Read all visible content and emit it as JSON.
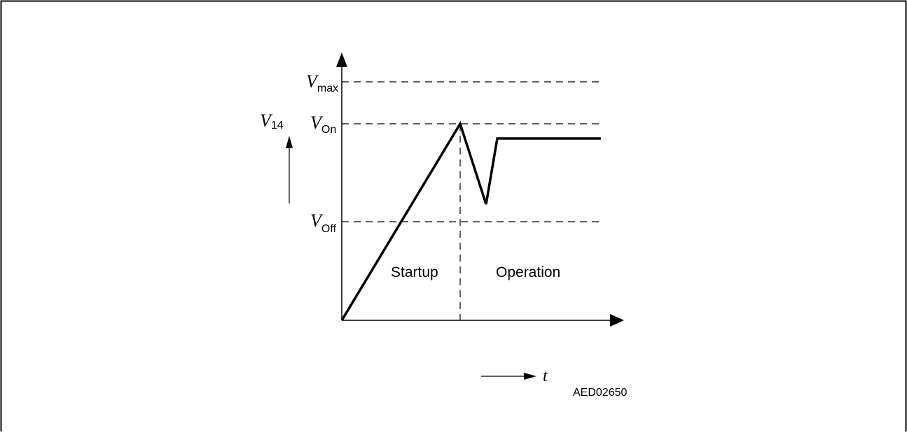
{
  "diagram": {
    "y_axis_label": {
      "main": "V",
      "sub": "14"
    },
    "x_axis_label": "t",
    "levels": [
      {
        "id": "vmax",
        "main": "V",
        "sub": "max"
      },
      {
        "id": "von",
        "main": "V",
        "sub": "On"
      },
      {
        "id": "voff",
        "main": "V",
        "sub": "Off"
      }
    ],
    "regions": {
      "startup": "Startup",
      "operation": "Operation"
    },
    "reference_code": "AED02650"
  }
}
